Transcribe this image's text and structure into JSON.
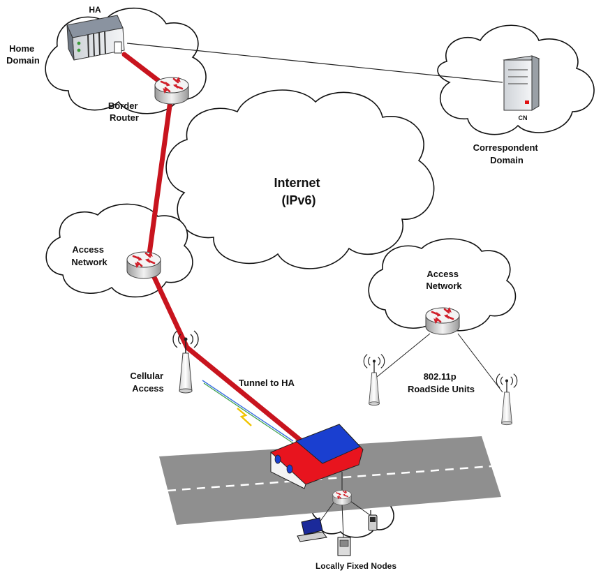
{
  "labels": {
    "ha": "HA",
    "home_domain_line1": "Home",
    "home_domain_line2": "Domain",
    "border_router_line1": "Border",
    "border_router_line2": "Router",
    "cn": "CN",
    "correspondent_domain_line1": "Correspondent",
    "correspondent_domain_line2": "Domain",
    "internet_line1": "Internet",
    "internet_line2": "(IPv6)",
    "access_network_left_line1": "Access",
    "access_network_left_line2": "Network",
    "access_network_right_line1": "Access",
    "access_network_right_line2": "Network",
    "cellular_access_line1": "Cellular",
    "cellular_access_line2": "Access",
    "tunnel": "Tunnel to HA",
    "rsu_line1": "802.11p",
    "rsu_line2": "RoadSide Units",
    "local_nodes": "Locally Fixed Nodes"
  },
  "colors": {
    "tunnel": "#c8141e",
    "router_arrow": "#d0202a",
    "car_body": "#e8141e",
    "car_roof": "#1a3fd0",
    "road": "#8f8f8f",
    "cn_led": "#e01010"
  },
  "icons": {
    "home_agent": "server-rack-icon",
    "correspondent_node": "server-tower-icon",
    "router": "router-icon",
    "antenna": "antenna-tower-icon",
    "vehicle": "car-icon",
    "laptop": "laptop-icon",
    "phone": "phone-icon",
    "pda": "pda-icon"
  }
}
